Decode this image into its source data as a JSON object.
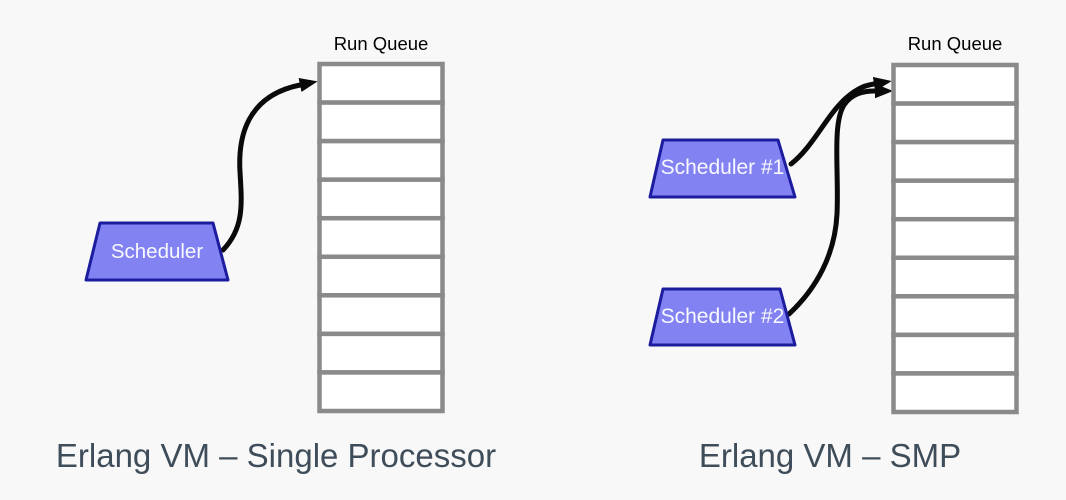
{
  "colors": {
    "canvas-bg": "#f8f8f8",
    "scheduler-fill": "#8282f2",
    "scheduler-border": "#1c1c9e",
    "scheduler-text": "#f8f8ff",
    "queue-border": "#8a8a8a",
    "queue-fill": "#ffffff",
    "arrow": "#0a0a0a",
    "caption": "#3e4d59",
    "label": "#000000"
  },
  "left_diagram": {
    "caption": "Erlang VM – Single Processor",
    "run_queue": {
      "label": "Run Queue",
      "slots": 9
    },
    "schedulers": [
      {
        "label": "Scheduler"
      }
    ]
  },
  "right_diagram": {
    "caption": "Erlang VM – SMP",
    "run_queue": {
      "label": "Run Queue",
      "slots": 9
    },
    "schedulers": [
      {
        "label": "Scheduler #1"
      },
      {
        "label": "Scheduler #2"
      }
    ]
  }
}
